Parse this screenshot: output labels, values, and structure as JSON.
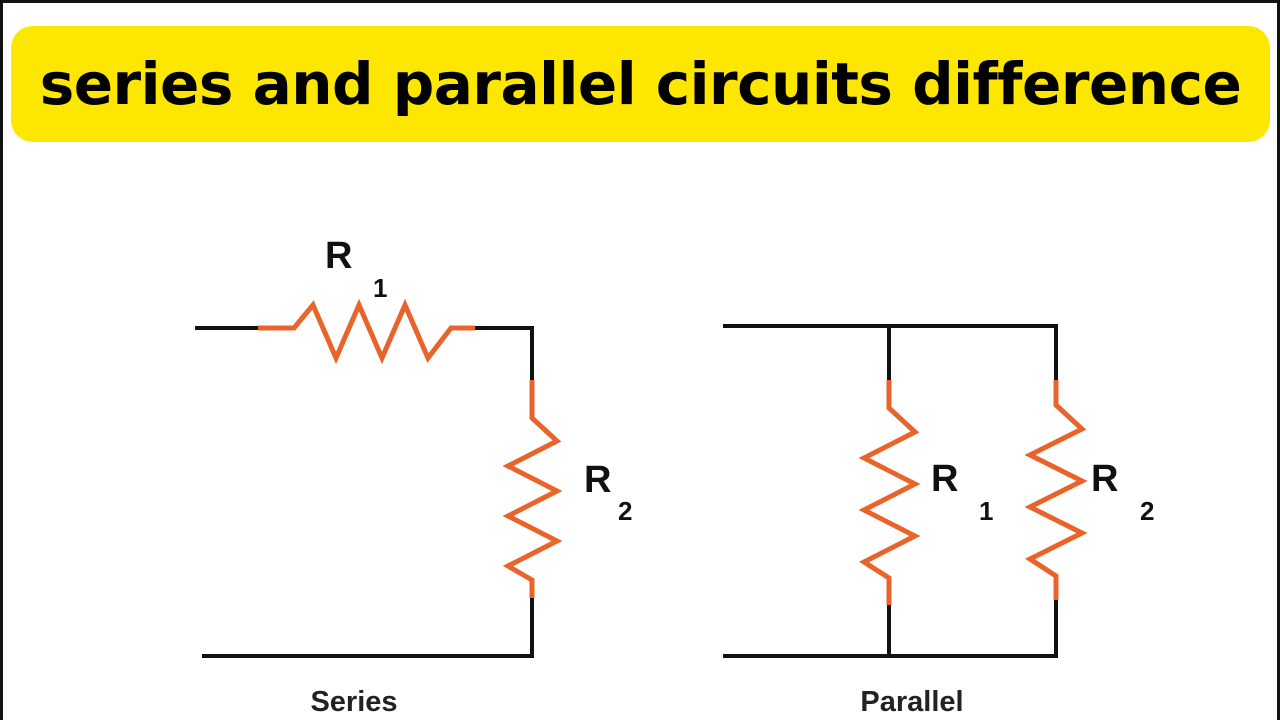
{
  "title": "series and parallel circuits difference",
  "colors": {
    "banner": "#fde600",
    "wire": "#111111",
    "resistor": "#e8642a"
  },
  "series": {
    "caption": "Series",
    "r1": {
      "letter": "R",
      "subscript": "1"
    },
    "r2": {
      "letter": "R",
      "subscript": "2"
    }
  },
  "parallel": {
    "caption": "Parallel",
    "r1": {
      "letter": "R",
      "subscript": "1"
    },
    "r2": {
      "letter": "R",
      "subscript": "2"
    }
  }
}
